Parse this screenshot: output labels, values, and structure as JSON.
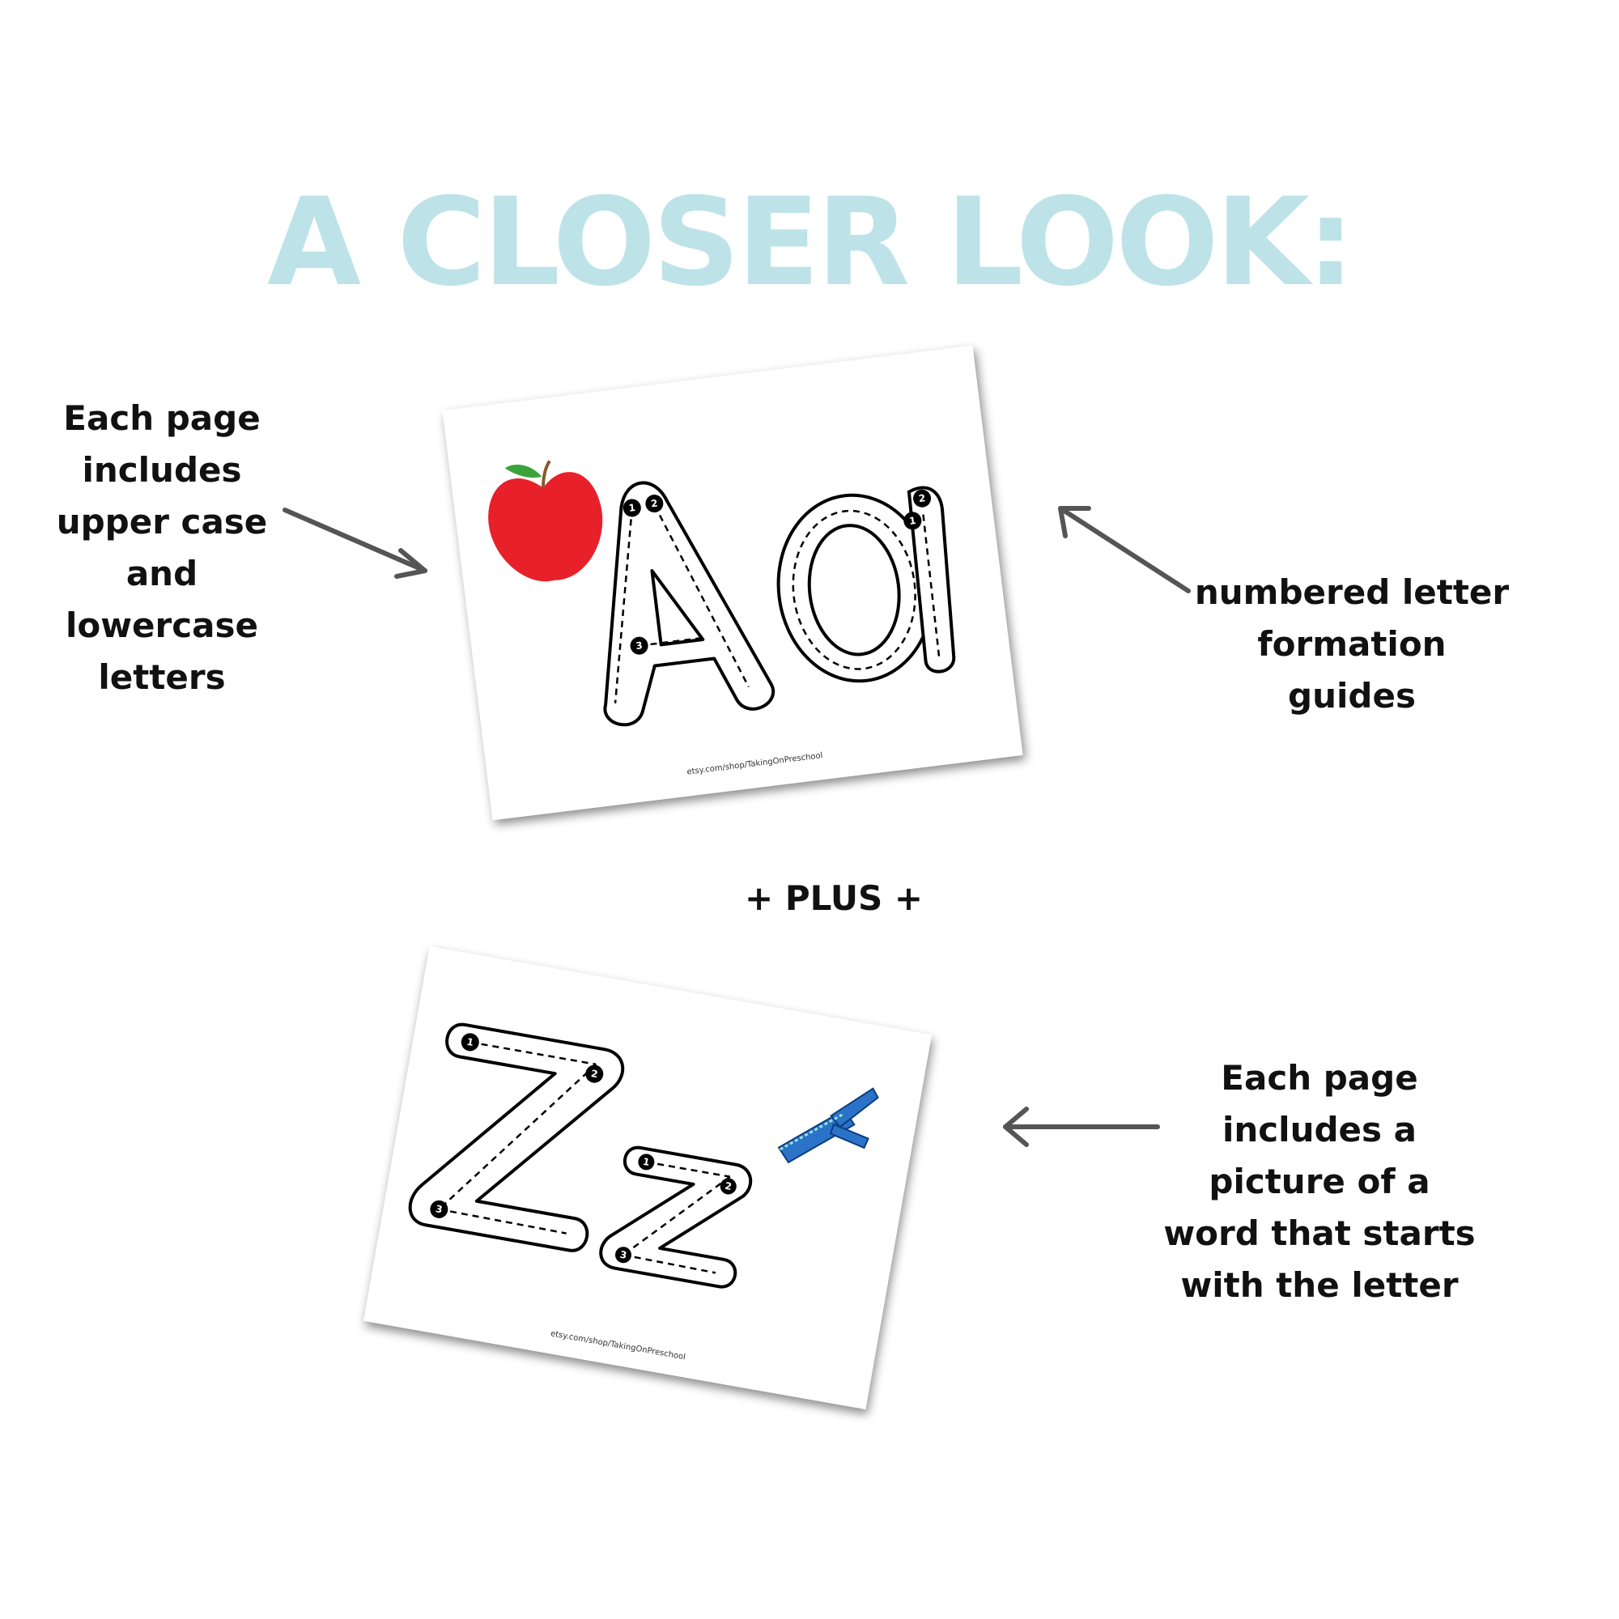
{
  "title": "A CLOSER LOOK:",
  "notes": {
    "left": [
      "Each page",
      "includes",
      "upper case",
      "and",
      "lowercase",
      "letters"
    ],
    "right": [
      "numbered letter",
      "formation",
      "guides"
    ],
    "bottom": [
      "Each page",
      "includes a",
      "picture of a",
      "word that starts",
      "with the letter"
    ]
  },
  "plus_label": "+ PLUS +",
  "cards": [
    {
      "letters": "Aa",
      "picture": "apple-icon",
      "footer": "etsy.com/shop/TakingOnPreschool",
      "step_numbers": [
        "1",
        "2",
        "3",
        "2",
        "1"
      ]
    },
    {
      "letters": "Zz",
      "picture": "zipper-icon",
      "footer": "etsy.com/shop/TakingOnPreschool",
      "step_numbers": [
        "1",
        "2",
        "3",
        "1",
        "2",
        "3"
      ]
    }
  ],
  "colors": {
    "title": "#bde3e8",
    "text": "#111111",
    "arrow": "#555555",
    "apple": "#e8202a",
    "zipper": "#2a73c9"
  }
}
